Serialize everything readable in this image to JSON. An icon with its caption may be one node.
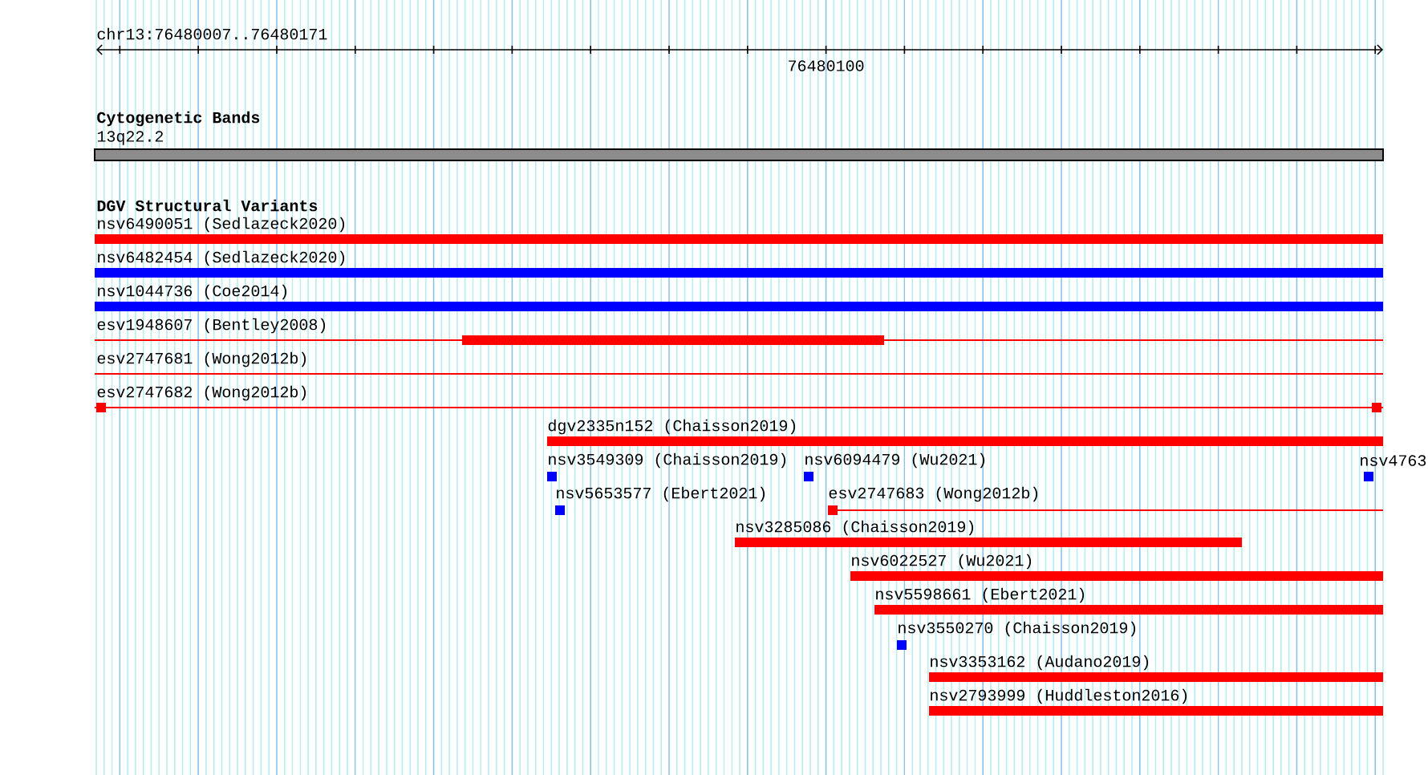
{
  "diagram": {
    "nodes": [
      {
        "text": [
          "13q22.2"
        ]
      },
      {
        "text": [
          "nsv6490051 (Sedlazeck2020)"
        ]
      },
      {
        "text": [
          "nsv6482454 (Sedlazeck2020)"
        ]
      },
      {
        "text": [
          "nsv1044736 (Coe2014)"
        ]
      },
      {
        "text": [
          "esv1948607 (Bentley2008)"
        ]
      },
      {
        "text": [
          "esv2747681 (Wong2012b)"
        ]
      },
      {
        "text": [
          "esv2747682 (Wong2012b)"
        ]
      },
      {
        "text": [
          "dgv2335n152 (Chaisson2019)"
        ]
      },
      {
        "text": [
          "nsv3549309 (Chaisson2019)"
        ]
      },
      {
        "text": [
          "nsv6094479 (Wu2021)"
        ]
      },
      {
        "text": [
          "nsv4763"
        ]
      },
      {
        "text": [
          "nsv5653577 (Ebert2021)"
        ]
      },
      {
        "text": [
          "esv2747683 (Wong2012b)"
        ]
      },
      {
        "text": [
          "nsv3285086 (Chaisson2019)"
        ]
      },
      {
        "text": [
          "nsv6022527 (Wu2021)"
        ]
      },
      {
        "text": [
          "nsv5598661 (Ebert2021)"
        ]
      },
      {
        "text": [
          "nsv3550270 (Chaisson2019)"
        ]
      },
      {
        "text": [
          "nsv3353162 (Audano2019)"
        ]
      },
      {
        "text": [
          "nsv2793999 (Huddleston2016)"
        ]
      }
    ],
    "edges": [],
    "labels": [
      "chr13:76480007..76480171",
      "76480100",
      "Cytogenetic Bands",
      "DGV Structural Variants"
    ]
  }
}
